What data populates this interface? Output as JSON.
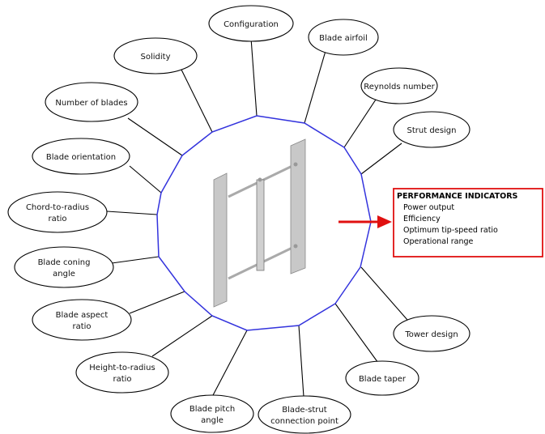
{
  "parameters": {
    "configuration": "Configuration",
    "solidity": "Solidity",
    "blade_airfoil": "Blade airfoil",
    "reynolds_number": "Reynolds number",
    "number_of_blades": "Number of blades",
    "strut_design": "Strut design",
    "blade_orientation": "Blade orientation",
    "chord_to_radius_1": "Chord-to-radius",
    "chord_to_radius_2": "ratio",
    "blade_coning_1": "Blade coning",
    "blade_coning_2": "angle",
    "blade_aspect_1": "Blade aspect",
    "blade_aspect_2": "ratio",
    "height_to_radius_1": "Height-to-radius",
    "height_to_radius_2": "ratio",
    "blade_pitch_1": "Blade pitch",
    "blade_pitch_2": "angle",
    "blade_strut_1": "Blade-strut",
    "blade_strut_2": "connection point",
    "blade_taper": "Blade taper",
    "tower_design": "Tower design"
  },
  "performance": {
    "title": "PERFORMANCE INDICATORS",
    "items": [
      "Power output",
      "Efficiency",
      "Optimum tip-speed ratio",
      "Operational range"
    ]
  },
  "colors": {
    "polygon": "#3333dd",
    "arrow": "#e01010",
    "box_border": "#e01010",
    "blade_fill": "#c8c8c8"
  }
}
